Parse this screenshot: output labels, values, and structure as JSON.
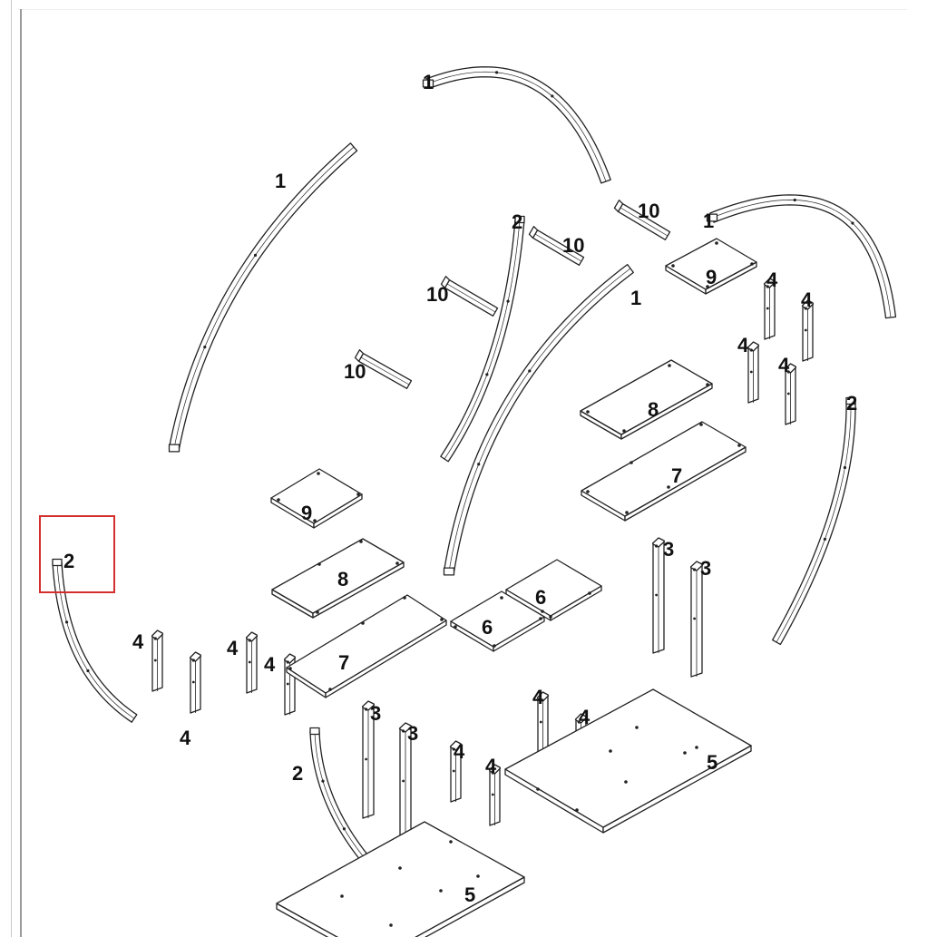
{
  "diagram": {
    "title": "",
    "highlight": {
      "part_number": "2",
      "color": "#d32f2f"
    },
    "parts": [
      {
        "kind": "arch",
        "label": "1"
      },
      {
        "kind": "arch",
        "label": "1"
      },
      {
        "kind": "arch",
        "label": "1"
      },
      {
        "kind": "arch",
        "label": "1"
      },
      {
        "kind": "curved-post",
        "label": "2"
      },
      {
        "kind": "curved-post",
        "label": "2"
      },
      {
        "kind": "curved-post",
        "label": "2"
      },
      {
        "kind": "curved-post",
        "label": "2"
      },
      {
        "kind": "tall-post",
        "label": "3"
      },
      {
        "kind": "tall-post",
        "label": "3"
      },
      {
        "kind": "tall-post",
        "label": "3"
      },
      {
        "kind": "tall-post",
        "label": "3"
      },
      {
        "kind": "short-leg",
        "label": "4"
      },
      {
        "kind": "short-leg",
        "label": "4"
      },
      {
        "kind": "short-leg",
        "label": "4"
      },
      {
        "kind": "short-leg",
        "label": "4"
      },
      {
        "kind": "short-leg",
        "label": "4"
      },
      {
        "kind": "short-leg",
        "label": "4"
      },
      {
        "kind": "short-leg",
        "label": "4"
      },
      {
        "kind": "short-leg",
        "label": "4"
      },
      {
        "kind": "short-leg",
        "label": "4"
      },
      {
        "kind": "short-leg",
        "label": "4"
      },
      {
        "kind": "short-leg",
        "label": "4"
      },
      {
        "kind": "short-leg",
        "label": "4"
      },
      {
        "kind": "base-panel",
        "label": "5"
      },
      {
        "kind": "base-panel",
        "label": "5"
      },
      {
        "kind": "small-panel",
        "label": "6"
      },
      {
        "kind": "small-panel",
        "label": "6"
      },
      {
        "kind": "long-shelf",
        "label": "7"
      },
      {
        "kind": "long-shelf",
        "label": "7"
      },
      {
        "kind": "shelf",
        "label": "8"
      },
      {
        "kind": "shelf",
        "label": "8"
      },
      {
        "kind": "square-panel",
        "label": "9"
      },
      {
        "kind": "square-panel",
        "label": "9"
      },
      {
        "kind": "crossbar",
        "label": "10"
      },
      {
        "kind": "crossbar",
        "label": "10"
      },
      {
        "kind": "crossbar",
        "label": "10"
      },
      {
        "kind": "crossbar",
        "label": "10"
      }
    ]
  }
}
